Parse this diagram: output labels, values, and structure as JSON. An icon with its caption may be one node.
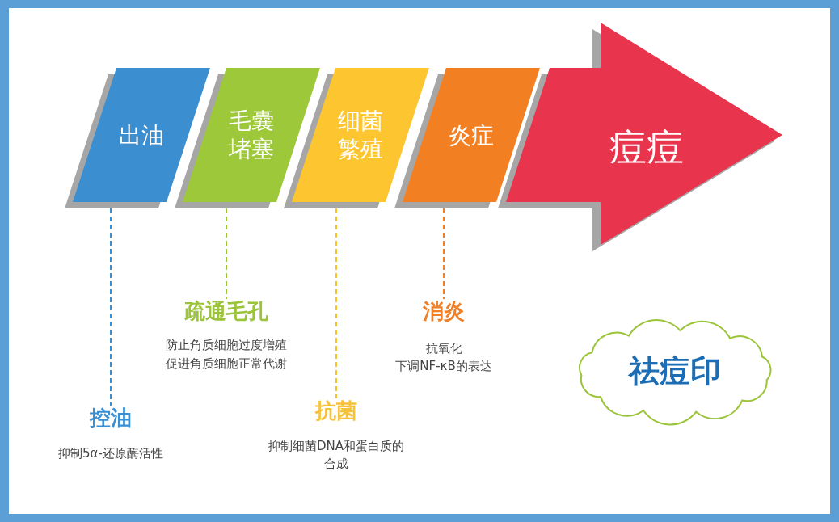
{
  "diagram": {
    "nodes": [
      {
        "text": [
          "出油"
        ]
      },
      {
        "text": [
          "毛囊堵塞"
        ]
      },
      {
        "text": [
          "细菌繁殖"
        ]
      },
      {
        "text": [
          "炎症"
        ]
      },
      {
        "text": [
          "痘痘"
        ]
      },
      {
        "text": [
          "控油",
          "抑制5α-还原酶活性"
        ]
      },
      {
        "text": [
          "疏通毛孔",
          "防止角质细胞过度增殖",
          "促进角质细胞正常代谢"
        ]
      },
      {
        "text": [
          "抗菌",
          "抑制细菌DNA和蛋白质的合成"
        ]
      },
      {
        "text": [
          "消炎",
          "抗氧化",
          "下调NF-κB的表达"
        ]
      },
      {
        "text": [
          "祛痘印"
        ]
      }
    ],
    "edges": [
      {
        "from": 0,
        "to": 5,
        "arrow": "none",
        "style": "dashed",
        "color": "#3b8ed0"
      },
      {
        "from": 1,
        "to": 6,
        "arrow": "none",
        "style": "dashed",
        "color": "#9bc43a"
      },
      {
        "from": 2,
        "to": 7,
        "arrow": "none",
        "style": "dashed",
        "color": "#f9c233"
      },
      {
        "from": 3,
        "to": 8,
        "arrow": "none",
        "style": "dashed",
        "color": "#ef8027"
      }
    ]
  }
}
